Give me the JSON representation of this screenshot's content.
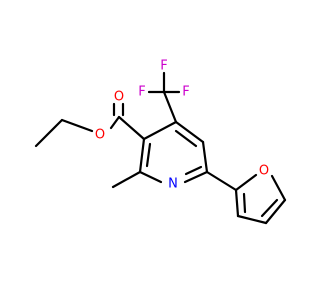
{
  "molecule": {
    "atoms": {
      "o_carbonyl": {
        "text": "O",
        "color": "#ff0000"
      },
      "o_ester": {
        "text": "O",
        "color": "#ff0000"
      },
      "n_pyridine": {
        "text": "N",
        "color": "#0000ff"
      },
      "o_furan": {
        "text": "O",
        "color": "#ff0000"
      },
      "f_top": {
        "text": "F",
        "color": "#cc00cc"
      },
      "f_right": {
        "text": "F",
        "color": "#cc00cc"
      },
      "f_left": {
        "text": "F",
        "color": "#cc00cc"
      }
    },
    "bond_color": "#000000"
  }
}
